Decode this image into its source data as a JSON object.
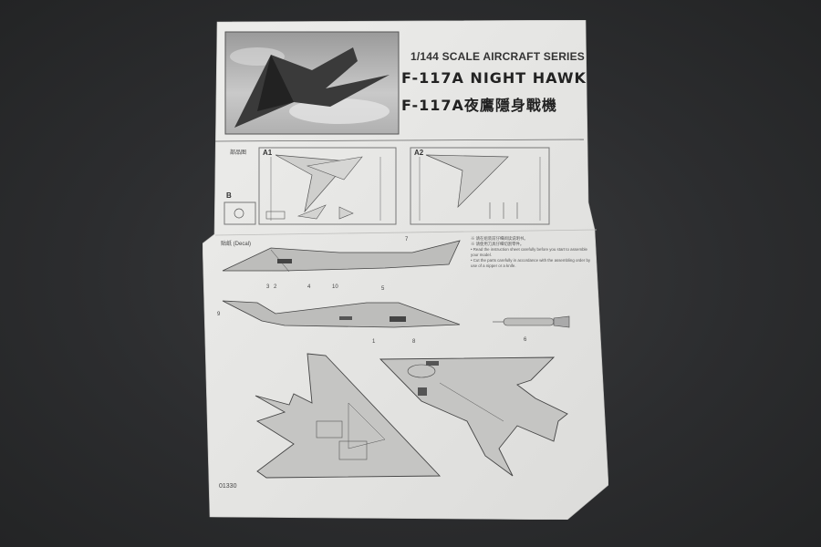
{
  "scene": {
    "description_colors": {
      "background": "#2b2c2e",
      "paper": "#e6e6e4",
      "ink": "#555555"
    }
  },
  "sheet": {
    "series_label": "1/144 SCALE AIRCRAFT SERIES",
    "title_en": "F-117A NIGHT HAWK",
    "title_zh": "F-117A夜鷹隱身戰機",
    "parts_header": "部品图",
    "sprue_a1": "A1",
    "sprue_a2": "A2",
    "sprue_b": "B",
    "decal_header": "贴纸 (Decal)",
    "notes": [
      "※ 请在组装前仔细阅读说明书。",
      "※ 请使用刀具仔细切割零件。",
      "• Read the instruction sheet carefully before you start to assemble your model.",
      "• Cut the parts carefully in accordance with the assembling order by use of a nipper or a knife."
    ],
    "product_code": "01330",
    "callouts": [
      "3",
      "2",
      "7",
      "9",
      "1",
      "4",
      "10",
      "5",
      "8",
      "6"
    ]
  }
}
